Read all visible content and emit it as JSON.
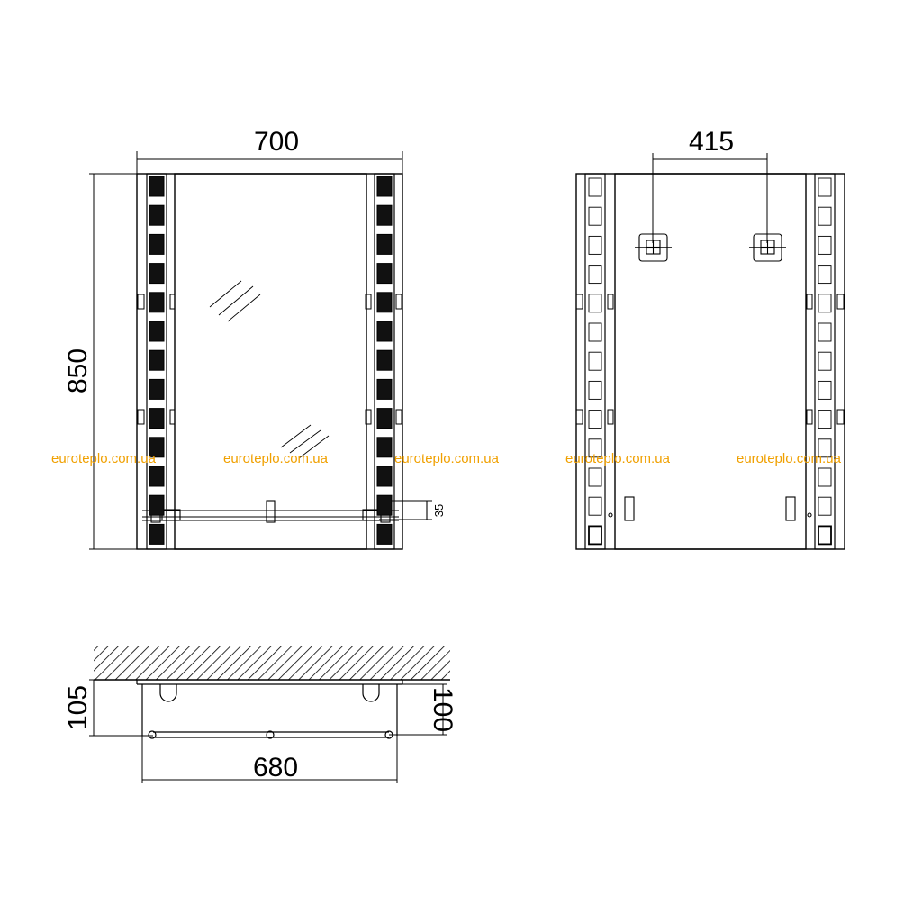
{
  "dimensions": {
    "width_overall": "700",
    "height_overall": "850",
    "mount_spacing": "415",
    "shelf_offset": "35",
    "depth_wall": "105",
    "depth_shelf": "100",
    "shelf_width": "680"
  },
  "watermarks": [
    "euroteplo.com.ua",
    "euroteplo.com.ua",
    "euroteplo.com.ua",
    "euroteplo.com.ua",
    "euroteplo.com.ua"
  ],
  "colors": {
    "line": "#000000",
    "watermark": "#f0a000",
    "background": "#ffffff"
  }
}
